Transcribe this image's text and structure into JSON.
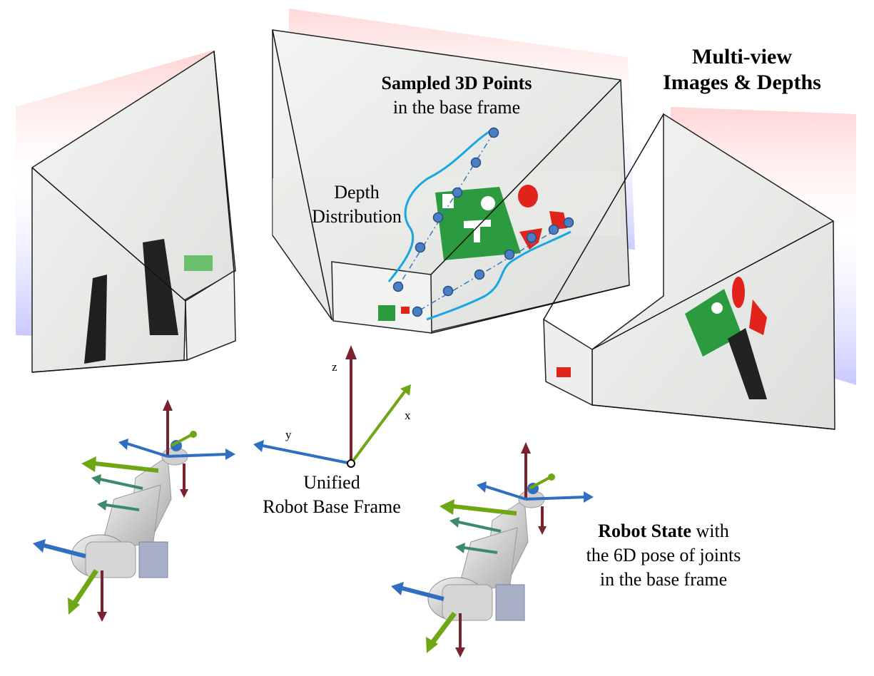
{
  "labels": {
    "multiview": [
      "Multi-view",
      "Images & Depths"
    ],
    "sampled_bold": "Sampled 3D Points",
    "sampled_rest": "in the base frame",
    "depth": [
      "Depth",
      "Distribution"
    ],
    "unified": [
      "Unified",
      "Robot Base Frame"
    ],
    "robot_state_bold": "Robot State",
    "robot_state_rest": " with",
    "robot_state_lines": [
      "the 6D pose of joints",
      "in the base frame"
    ]
  },
  "axes": {
    "x": "x",
    "y": "y",
    "z": "z"
  },
  "colors": {
    "z_axis": "#7a2230",
    "y_axis": "#2f6fc2",
    "x_axis": "#6fa613",
    "curve": "#1aa6e0",
    "points": "#4a7fc4",
    "green_board": "#2c9a3e",
    "red_obj": "#e0241c"
  }
}
